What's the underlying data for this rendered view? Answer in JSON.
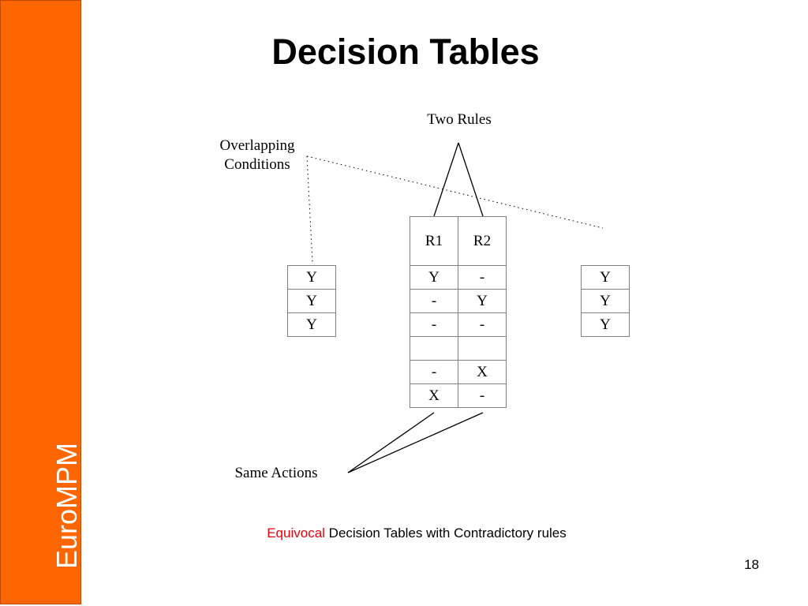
{
  "sidebar": {
    "brand": "EuroMPM",
    "color": "#ff6600"
  },
  "title": "Decision Tables",
  "labels": {
    "two_rules": "Two Rules",
    "overlapping_line1": "Overlapping",
    "overlapping_line2": "Conditions",
    "same_actions": "Same Actions"
  },
  "rules_table": {
    "header": [
      "R1",
      "R2"
    ],
    "rows": [
      [
        "Y",
        "-"
      ],
      [
        "-",
        "Y"
      ],
      [
        "-",
        "-"
      ],
      [
        "",
        ""
      ],
      [
        "-",
        "X"
      ],
      [
        "X",
        "-"
      ]
    ]
  },
  "left_conditions": [
    "Y",
    "Y",
    "Y"
  ],
  "right_conditions": [
    "Y",
    "Y",
    "Y"
  ],
  "caption": {
    "highlight": "Equivocal",
    "rest": " Decision Tables with Contradictory rules",
    "highlight_color": "#e8000b"
  },
  "page_number": "18"
}
